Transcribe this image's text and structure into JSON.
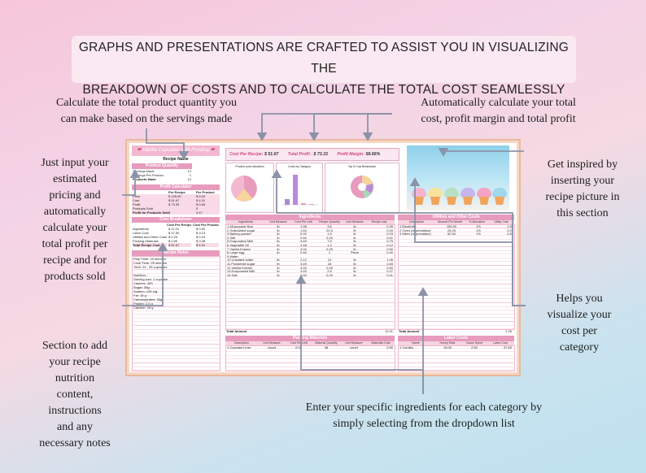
{
  "headline": {
    "line1": "GRAPHS AND PRESENTATIONS ARE CRAFTED TO ASSIST YOU IN VISUALIZING THE",
    "line2": "BREAKDOWN OF COSTS AND TO CALCULATE THE TOTAL COST SEAMLESSLY"
  },
  "notes": {
    "quantity": [
      "Calculate the total product quantity you",
      "can make based on the servings made"
    ],
    "auto_total": [
      "Automatically calculate your total",
      "cost, profit margin and total profit"
    ],
    "input_pricing": [
      "Just input your",
      "estimated",
      "pricing and",
      "automatically",
      "calculate your",
      "total profit per",
      "recipe and for",
      "products sold"
    ],
    "inspired": [
      "Get inspired by",
      "inserting your",
      "recipe picture in",
      "this section"
    ],
    "visualize": [
      "Helps you",
      "visualize your",
      "cost per",
      "category"
    ],
    "nutrition": [
      "Section to add",
      "your recipe",
      "nutrition",
      "content,",
      "instructions",
      "and any",
      "necessary notes"
    ],
    "dropdown": [
      "Enter your specific ingredients for each category by",
      "simply selecting from the dropdown list"
    ]
  },
  "sheet": {
    "title": "Vanilla Cupcakes with Frosting",
    "recipe_name_label": "Recipe Name",
    "product_quantity": {
      "header": "Product Quantity",
      "rows": [
        {
          "label": "Servings Made",
          "value": "12"
        },
        {
          "label": "Servings Per Product",
          "value": "1"
        },
        {
          "label": "Products Made",
          "value": "12"
        }
      ]
    },
    "profit_calculator": {
      "header": "Profit Calculator",
      "columns": [
        "",
        "Per Recipe",
        "Per Product"
      ],
      "rows": [
        {
          "label": "Price",
          "a": "$ 125.00",
          "b": "$ 5.00"
        },
        {
          "label": "Cost",
          "a": "$ 51.67",
          "b": "$ 4.31"
        },
        {
          "label": "Profit",
          "a": "$ 73.33",
          "b": "$ 0.69"
        },
        {
          "label": "Products Sold",
          "a": "",
          "b": "5"
        },
        {
          "label": "Profit for Products Sold",
          "a": "$",
          "b": "3.47"
        }
      ]
    },
    "cost_breakdown": {
      "header": "Cost Breakdown",
      "columns": [
        "",
        "Cost Per Recipe",
        "Cost Per Product"
      ],
      "rows": [
        {
          "label": "Ingredients",
          "a": "$ 11.01",
          "b": "$ 0.92"
        },
        {
          "label": "Labor Cost",
          "a": "$ 37.50",
          "b": "$ 3.13"
        },
        {
          "label": "Utilities and Other Costs",
          "a": "$ 2.26",
          "b": "$ 0.19"
        },
        {
          "label": "Packing Materials",
          "a": "$ 0.90",
          "b": "$ 0.08"
        },
        {
          "label": "Total Recipe Cost",
          "a": "$ 51.67",
          "b": "$ 4.31"
        }
      ]
    },
    "recipe_notes": {
      "header": "Recipe Notes",
      "lines": [
        "Prep Time: 15 minutes",
        "Cook Time: 25 minutes",
        "Yield: 24 - 26 cupcakes",
        "",
        "Nutrition:",
        "Serving size: 1 cupcake",
        "Calories: 283",
        "Sugar: 30g",
        "Sodium: 105 mg",
        "Fat: 15 g",
        "Carbohydrates: 35g",
        "Protein: 2.5 g",
        "Calcium: 29 g"
      ]
    },
    "kpi": {
      "cost_per_recipe_label": "Cost Per Recipe:",
      "cost_per_recipe": "$ 51.67",
      "total_profit_label": "Total Profit :",
      "total_profit": "$ 73.33",
      "profit_margin_label": "Profit Margin:",
      "profit_margin": "58.66%"
    },
    "charts": {
      "pie1_title": "Product price allocation",
      "bar_title": "Costs by Category",
      "pie2_title": "Top 5 Cost Breakdown"
    },
    "ingredients": {
      "header": "Ingredients",
      "columns": [
        "Ingredients",
        "Unit Measure",
        "Cost Per Unit",
        "Recipe Quantity",
        "Unit Measure",
        "Recipe cost"
      ],
      "rows": [
        [
          "1 All-purpose flour",
          "lb",
          "1.98",
          "3.6",
          "lb",
          "0.39"
        ],
        [
          "2 Granulated sugar",
          "lb",
          "1.54",
          "22.5",
          "lb",
          "0.34"
        ],
        [
          "3 Baking powder",
          "lb",
          "5.32",
          "1.5",
          "lb",
          "0.03"
        ],
        [
          "4 Salt",
          "lb",
          "0.40",
          "0.25",
          "lb",
          "0.01"
        ],
        [
          "5 Evaporated Milk",
          "lb",
          "3.49",
          "7.5",
          "lb",
          "0.75"
        ],
        [
          "6 Vegetable Oil",
          "lb",
          "2.48",
          "1.2",
          "lb",
          "0.12"
        ],
        [
          "7 Vanilla Extract",
          "lb",
          "4.00",
          "0.25",
          "lb",
          "0.50"
        ],
        [
          "8 Large egg",
          "lb",
          "0.40",
          "1",
          "Piece",
          "0.40"
        ],
        [
          "9 Water",
          "",
          "",
          "",
          "",
          ""
        ],
        [
          "10 Unsalted butter",
          "lb",
          "2.12",
          "10",
          "lb",
          "1.06"
        ],
        [
          "11 Powdered sugar",
          "lb",
          "3.49",
          "18",
          "lb",
          "2.69"
        ],
        [
          "12 Vanilla Extract",
          "lb",
          "4.00",
          "0.25",
          "lb",
          "0.50"
        ],
        [
          "13 Evaporated Milk",
          "lb",
          "3.49",
          "2.5",
          "lb",
          "0.27"
        ],
        [
          "14 Salt",
          "lb",
          "0.40",
          "0.25",
          "lb",
          "0.01"
        ]
      ],
      "total_label": "Total Amount",
      "total_value": "11.01"
    },
    "utilities": {
      "header": "Utilities and Other Costs",
      "columns": [
        "Description",
        "Amount Per Month",
        "% Allocation",
        "Utility Cost"
      ],
      "rows": [
        [
          "1 Electricity",
          "150.00",
          "1%",
          "1.50"
        ],
        [
          "2 Oven (depreciation)",
          "25.25",
          "1%",
          "0.25"
        ],
        [
          "3 Mixer (depreciation)",
          "50.50",
          "1%",
          "0.51"
        ]
      ],
      "total_label": "Total Amount",
      "total_value": "2.26"
    },
    "packing": {
      "header": "Packing Materials",
      "columns": [
        "Description",
        "Unit Measure",
        "Cost Per Unit",
        "Material Quantity",
        "Unit Measure",
        "Materials Cost"
      ],
      "rows": [
        [
          "1 Cupcake Liner",
          "count",
          "0.02",
          "48",
          "count",
          "0.90"
        ]
      ]
    },
    "labor": {
      "header": "Labor Costs",
      "columns": [
        "Name",
        "Hourly Rate",
        "Hours Spent",
        "Labor Cost"
      ],
      "rows": [
        [
          "1 Camilla",
          "15.00",
          "2.50",
          "37.50"
        ]
      ]
    }
  },
  "colors": {
    "accent": "#e79bbd",
    "light": "#f9dbe8",
    "frame": "#f6d8c4",
    "arrow": "#8a93a8"
  }
}
